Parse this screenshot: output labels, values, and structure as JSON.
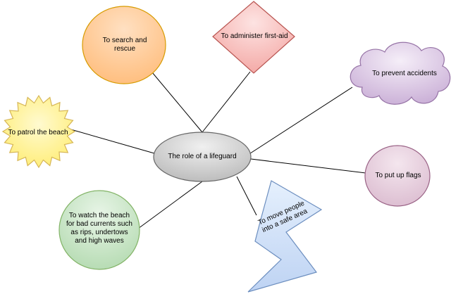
{
  "center": {
    "label": "The role of a lifeguard"
  },
  "nodes": {
    "search": {
      "label": "To search and rescue"
    },
    "first_aid": {
      "label": "To administer first-aid"
    },
    "accidents": {
      "label": "To prevent accidents"
    },
    "patrol": {
      "label": "To patrol the beach"
    },
    "flags": {
      "label": "To put up flags"
    },
    "currents": {
      "label": "To watch the beach for bad currents such as rips, undertows and high waves"
    },
    "move": {
      "label": "To  move people into a safe area"
    }
  },
  "colors": {
    "search_fill": "#ffcc99",
    "search_stroke": "#d79b00",
    "first_aid_fill": "#f8cecc",
    "first_aid_stroke": "#b85450",
    "accidents_fill": "#e1d5e7",
    "accidents_stroke": "#9673a6",
    "patrol_fill": "#fff2a1",
    "patrol_stroke": "#d6b656",
    "flags_fill": "#e6d0de",
    "flags_stroke": "#996185",
    "currents_fill": "#d5e8d4",
    "currents_stroke": "#82b366",
    "move_fill": "#dae8fc",
    "move_stroke": "#6c8ebf",
    "center_fill": "#d6d6d6",
    "center_stroke": "#666666",
    "edge": "#000000"
  }
}
